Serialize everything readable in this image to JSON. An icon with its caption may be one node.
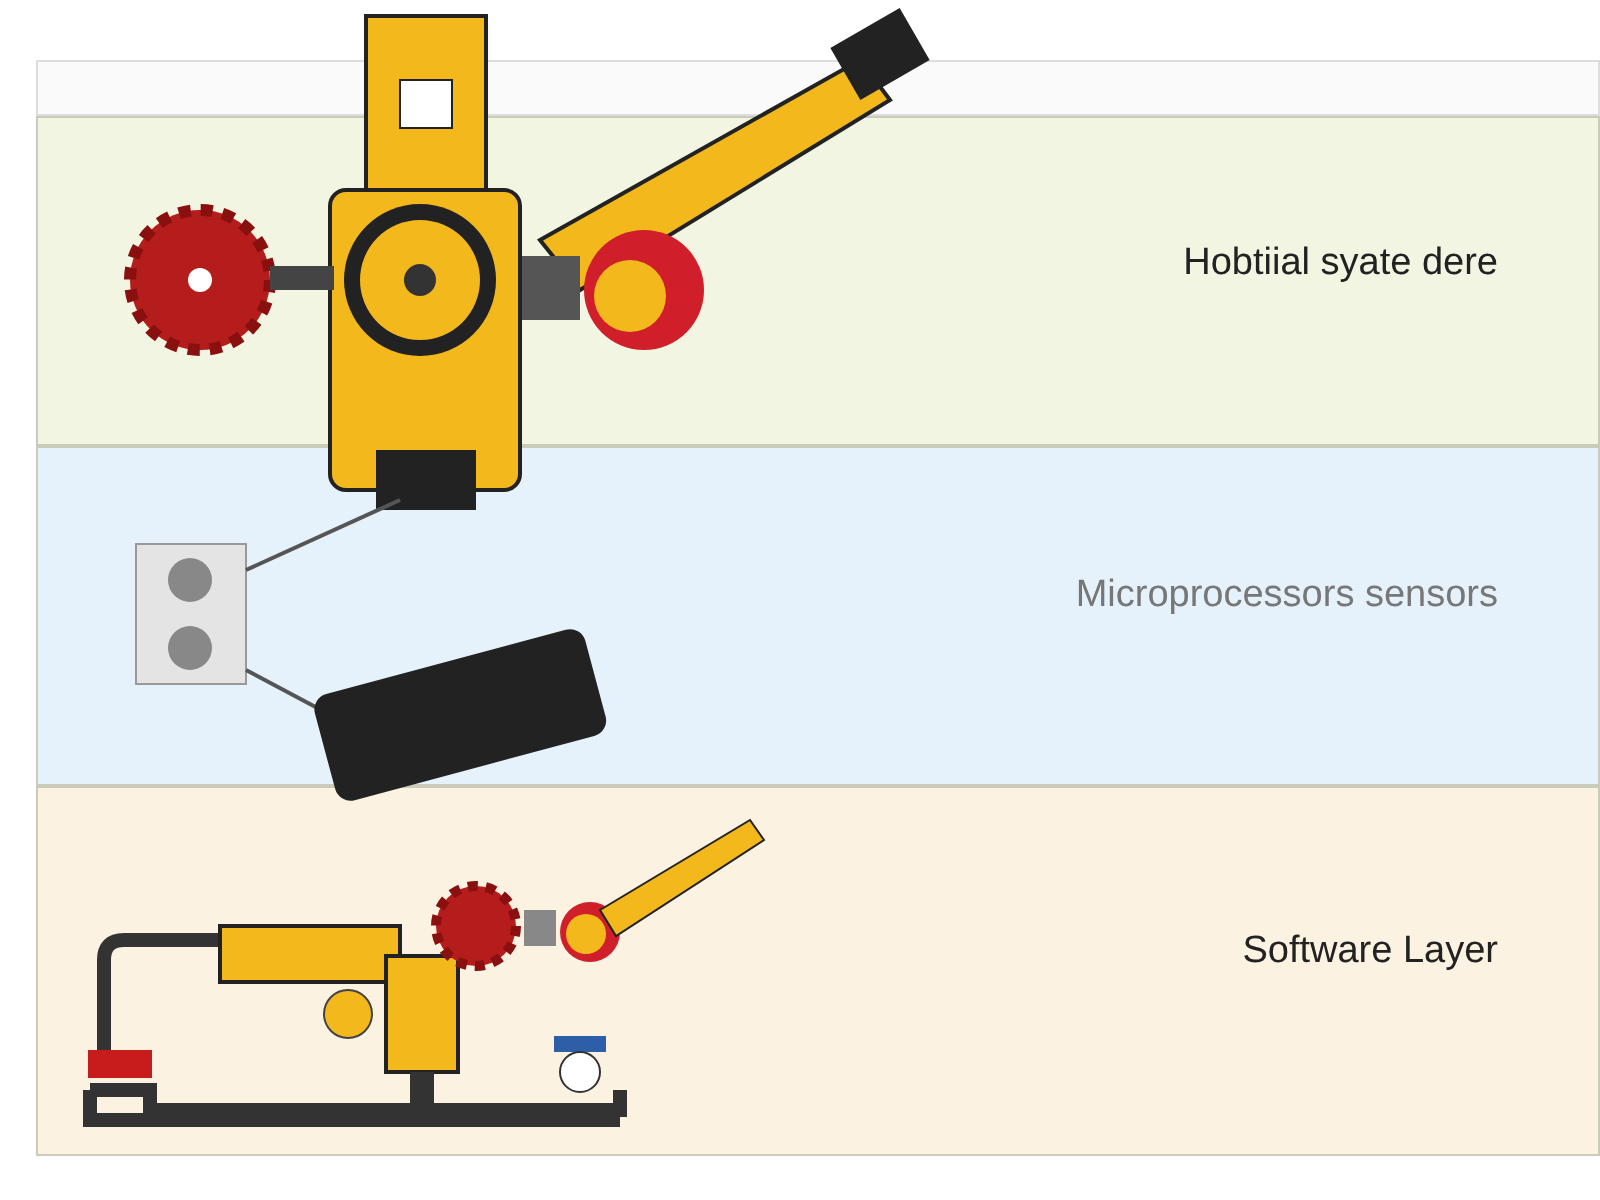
{
  "diagram": {
    "nodes": [
      {
        "text": [
          "Hobtiial syate dere"
        ]
      },
      {
        "text": [
          "Microprocessors sensors"
        ]
      },
      {
        "text": [
          "Software Layer"
        ]
      }
    ]
  }
}
